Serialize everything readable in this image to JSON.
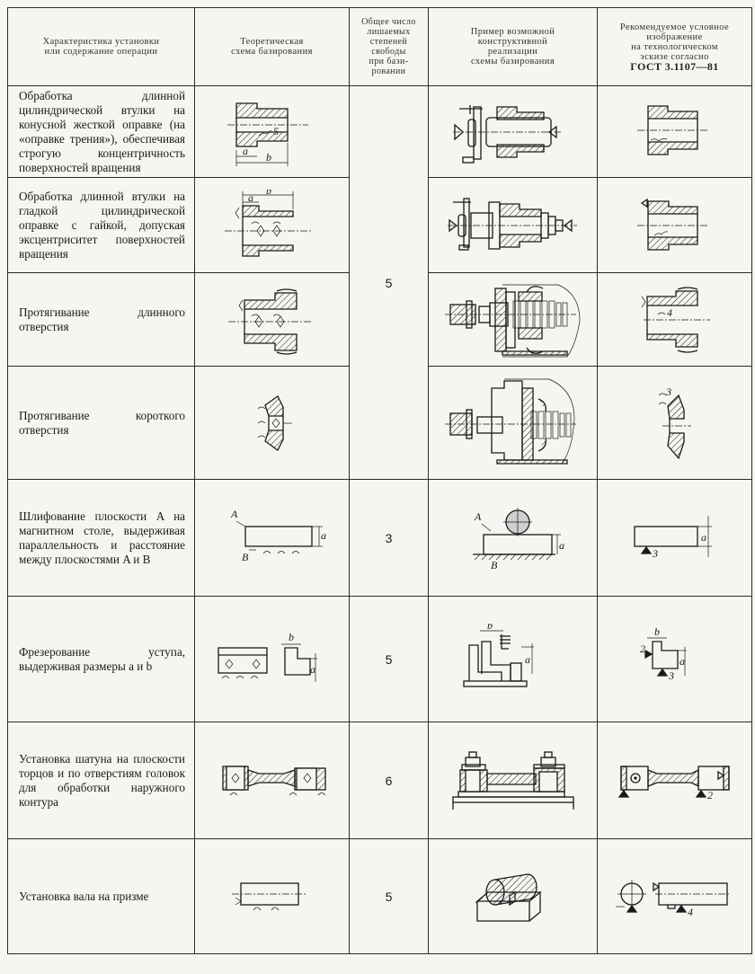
{
  "table": {
    "headers": [
      {
        "lines": [
          "Характеристика установки",
          "или содержание операции"
        ]
      },
      {
        "lines": [
          "Теоретическая",
          "схема базирования"
        ]
      },
      {
        "lines": [
          "Общее число",
          "лишаемых",
          "степеней",
          "свободы",
          "при бази-",
          "ровании"
        ]
      },
      {
        "lines": [
          "Пример возможной",
          "конструктивной",
          "реализации",
          "схемы базирования"
        ]
      },
      {
        "lines": [
          "Рекомендуемое условное",
          "изображение",
          "на технологическом",
          "эскизе согласно",
          "ГОСТ 3.1107—81"
        ]
      }
    ],
    "rows": [
      {
        "description": "Обработка длинной цилиндрической втулки на конусной жесткой оправке (на «оправке трения»), обеспечивая строгую концентричность поверхностей вращения",
        "theory_fig": "long-bushing-cone-mandrel-scheme",
        "theory_labels": {
          "a": "a",
          "b": "b",
          "n": "5"
        },
        "dof": "5",
        "example_fig": "cone-mandrel-with-dog",
        "symbol_fig": "bushing-symbol-1"
      },
      {
        "description": "Обработка длинной втулки на гладкой цилиндрической оправке с гайкой, допуская эксцентриситет поверхностей вращения",
        "theory_fig": "long-bushing-cylindrical-mandrel-scheme",
        "theory_labels": {
          "a": "a",
          "b": "b"
        },
        "dof": null,
        "example_fig": "cylindrical-mandrel-with-nut",
        "symbol_fig": "bushing-symbol-2"
      },
      {
        "description": "Протягивание длинного отверстия",
        "theory_fig": "long-hole-broaching-scheme",
        "dof": null,
        "example_fig": "broaching-fixture-long",
        "symbol_fig": "long-hole-symbol",
        "symbol_labels": {
          "n": "4"
        }
      },
      {
        "description": "Протягивание короткого отверстия",
        "theory_fig": "short-hole-broaching-scheme",
        "dof": null,
        "example_fig": "broaching-fixture-short",
        "symbol_fig": "short-hole-symbol",
        "symbol_labels": {
          "n": "3"
        }
      },
      {
        "description": "Шлифование плоскости A на магнитном столе, выдерживая параллельность и расстояние между плоскостями A и B",
        "theory_fig": "plate-grinding-scheme",
        "theory_labels": {
          "A": "A",
          "B": "B",
          "a": "a"
        },
        "dof": "3",
        "example_fig": "magnetic-table-grinding",
        "example_labels": {
          "A": "A",
          "B": "B",
          "a": "a"
        },
        "symbol_fig": "plate-symbol",
        "symbol_labels": {
          "a": "a",
          "n": "3"
        }
      },
      {
        "description": "Фрезерование уступа, выдерживая размеры a и b",
        "theory_fig": "step-milling-scheme",
        "theory_labels": {
          "a": "a",
          "b": "b"
        },
        "dof": "5",
        "example_fig": "step-milling-fixture",
        "example_labels": {
          "a": "a",
          "b": "b"
        },
        "symbol_fig": "step-symbol",
        "symbol_labels": {
          "a": "a",
          "b": "b",
          "n1": "2",
          "n2": "3"
        }
      },
      {
        "description": "Установка шатуна на плоскости торцов и по отверстиям головок для обработки наружного контура",
        "theory_fig": "connecting-rod-scheme",
        "dof": "6",
        "example_fig": "connecting-rod-fixture",
        "symbol_fig": "connecting-rod-symbol",
        "symbol_labels": {
          "n": "2"
        }
      },
      {
        "description": "Установка вала на призме",
        "theory_fig": "shaft-prism-scheme",
        "dof": "5",
        "example_fig": "v-block-shaft",
        "symbol_fig": "shaft-symbol",
        "symbol_labels": {
          "n": "4"
        }
      }
    ],
    "merged_dof_rows_1_4": "5"
  }
}
